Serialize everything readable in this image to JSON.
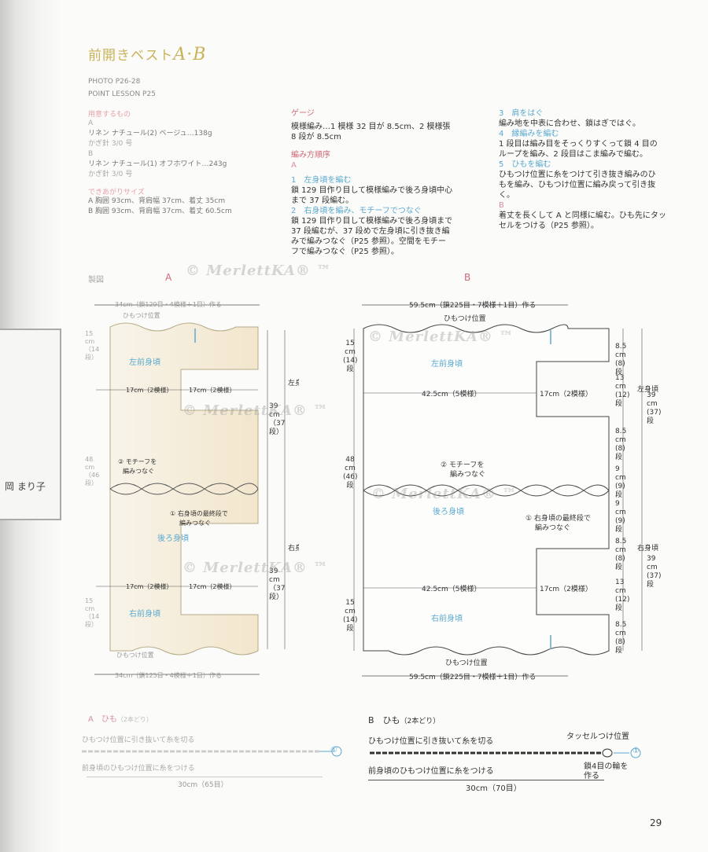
{
  "page": {
    "title": "前開きベスト",
    "title_ab": "A·B",
    "photo": "PHOTO P26-28",
    "point": "POINT LESSON P25",
    "side_text": "岡 まり子",
    "page_number": "29"
  },
  "materials": {
    "heading": "用意するもの",
    "a_label": "A",
    "a_yarn": "リネン ナチュール(2) ベージュ…138g",
    "a_needle": "かぎ針 3/0 号",
    "b_label": "B",
    "b_yarn": "リネン ナチュール(1) オフホワイト…243g",
    "b_needle": "かぎ針 3/0 号",
    "size_heading": "できあがりサイズ",
    "a_size": "A 胸囲 93cm、背肩幅 37cm、着丈 35cm",
    "b_size": "B 胸囲 93cm、背肩幅 37cm、着丈 60.5cm"
  },
  "gauge": {
    "heading": "ゲージ",
    "line1": "模様編み…1 模様 32 目が 8.5cm、2 模様張",
    "line2": "8 段が 8.5cm"
  },
  "instructions": {
    "heading": "編み方順序",
    "a": "A",
    "s1_title": "1　左身頃を編む",
    "s1_l1": "鎖 129 目作り目して模様編みで後ろ身頃中心",
    "s1_l2": "まで 37 段編む。",
    "s2_title": "2　右身頃を編み、モチーフでつなぐ",
    "s2_l1": "鎖 129 目作り目して模様編みで後ろ身頃まで",
    "s2_l2": "37 段編むが、37 段めで左身頃に引き抜き編",
    "s2_l3": "みで編みつなぐ（P25 参照）。空間をモチー",
    "s2_l4": "フで編みつなぐ（P25 参照）。",
    "s3_title": "3　肩をはぐ",
    "s3_l1": "編み地を中表に合わせ、鎖はぎではぐ。",
    "s4_title": "4　縁編みを編む",
    "s4_l1": "1 段目は編み目をそっくりすくって鎖 4 目の",
    "s4_l2": "ループを編み、2 段目はこま編みで編む。",
    "s5_title": "5　ひもを編む",
    "s5_l1": "ひもつけ位置に糸をつけて引き抜き編みのひ",
    "s5_l2": "もを編み、ひもつけ位置に編み戻って引き抜",
    "s5_l3": "く。",
    "b": "B",
    "b_l1": "着丈を長くして A と同様に編む。ひも先にタッ",
    "b_l2": "セルをつける（P25 参照）。"
  },
  "watermark": "© MerlettKA® ™",
  "diagram_a": {
    "label": "A",
    "section": "製図",
    "top_width": "34cm（鎖129目・4模様＋1目）作る",
    "top_tie": "ひもつけ位置",
    "bottom_width": "34cm（鎖125目・4模様＋1目）作る",
    "bottom_tie": "ひもつけ位置",
    "left_front": "左前身頃",
    "back": "後ろ身頃",
    "right_front": "右前身頃",
    "w17": "17cm（2模様）",
    "w17b": "17cm（2模様）",
    "w17c": "17cm（2模様）",
    "w17d": "17cm（2模様）",
    "motif1": "② モチーフを",
    "motif2": "編みつなぐ",
    "join1": "① 右身頃の最終段で",
    "join2": "編みつなぐ",
    "left_body": "左身頃",
    "left_body_val": "39 cm（37段）",
    "right_body": "右身頃",
    "right_body_val": "39 cm（37段）",
    "h15": "15 cm（14段）",
    "h46": "48 cm（46段）",
    "h15b": "15 cm（14段）"
  },
  "diagram_b": {
    "label": "B",
    "top_width": "59.5cm（鎖225目・7模様＋1目）作る",
    "top_tie": "ひもつけ位置",
    "bottom_width": "59.5cm（鎖225目・7模様＋1目）作る",
    "bottom_tie": "ひもつけ位置",
    "left_front": "左前身頃",
    "back": "後ろ身頃",
    "right_front": "右前身頃",
    "w42": "42.5cm（5模様）",
    "w17": "17cm（2模様）",
    "w42b": "42.5cm（5模様）",
    "w17b": "17cm（2模様）",
    "motif1": "② モチーフを",
    "motif2": "編みつなぐ",
    "join1": "① 右身頃の最終段で",
    "join2": "編みつなぐ",
    "left_body": "左身頃",
    "right_body": "右身頃",
    "v85": "8.5",
    "v13": "13",
    "v12": "12",
    "v9": "9",
    "v15": "15",
    "v14": "14",
    "v48": "48",
    "v46": "46",
    "v39": "39",
    "v37": "37",
    "v8": "8",
    "cm": "cm",
    "dan": "段"
  },
  "cords": {
    "a_label": "A　ひも",
    "a_sub": "（2本どり）",
    "a_l1": "ひもつけ位置に引き抜いて糸を切る",
    "a_l2": "前身頃のひもつけ位置に糸をつける",
    "a_len": "30cm（65目）",
    "b_label": "B　ひも",
    "b_sub": "（2本どり）",
    "b_l1": "ひもつけ位置に引き抜いて糸を切る",
    "b_l2": "前身頃のひもつけ位置に糸をつける",
    "b_len": "30cm（70目）",
    "b_tassel": "タッセルつけ位置",
    "b_ring1": "鎖4目の輪を",
    "b_ring2": "作る",
    "circle1": "①"
  },
  "colors": {
    "gold": "#c8b25a",
    "pink": "#d06878",
    "blue": "#5aaad0",
    "beige": "#f2e6cc"
  }
}
